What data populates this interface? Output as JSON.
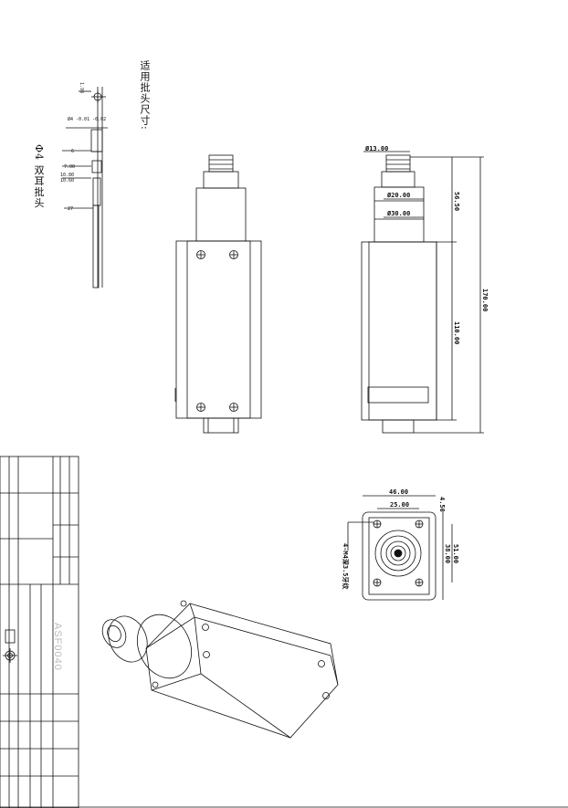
{
  "headings": {
    "fit_size": "适用批头尺寸:",
    "bit_type": "Φ4 双耳批头"
  },
  "bit_dims": {
    "top": "1.98",
    "dia": "Ø4 -0.01\n      -0.02",
    "d1": "6",
    "d2": "7.00",
    "d3a": "10.80",
    "d3b": "10.60",
    "d4": "27"
  },
  "side_view": {
    "dia_top": "Ø13.00",
    "dia_mid": "Ø20.00",
    "dia_low": "Ø30.00",
    "h_upper": "56.50",
    "h_body": "110.00",
    "h_total": "170.00"
  },
  "bottom_view": {
    "w_outer": "46.00",
    "w_inner": "25.00",
    "offset": "4.50",
    "h_inner": "38.00",
    "h_outer": "51.00",
    "thread": "4-M4深3.5牙纹"
  },
  "title_block": {
    "part_code": "ASF0040"
  }
}
